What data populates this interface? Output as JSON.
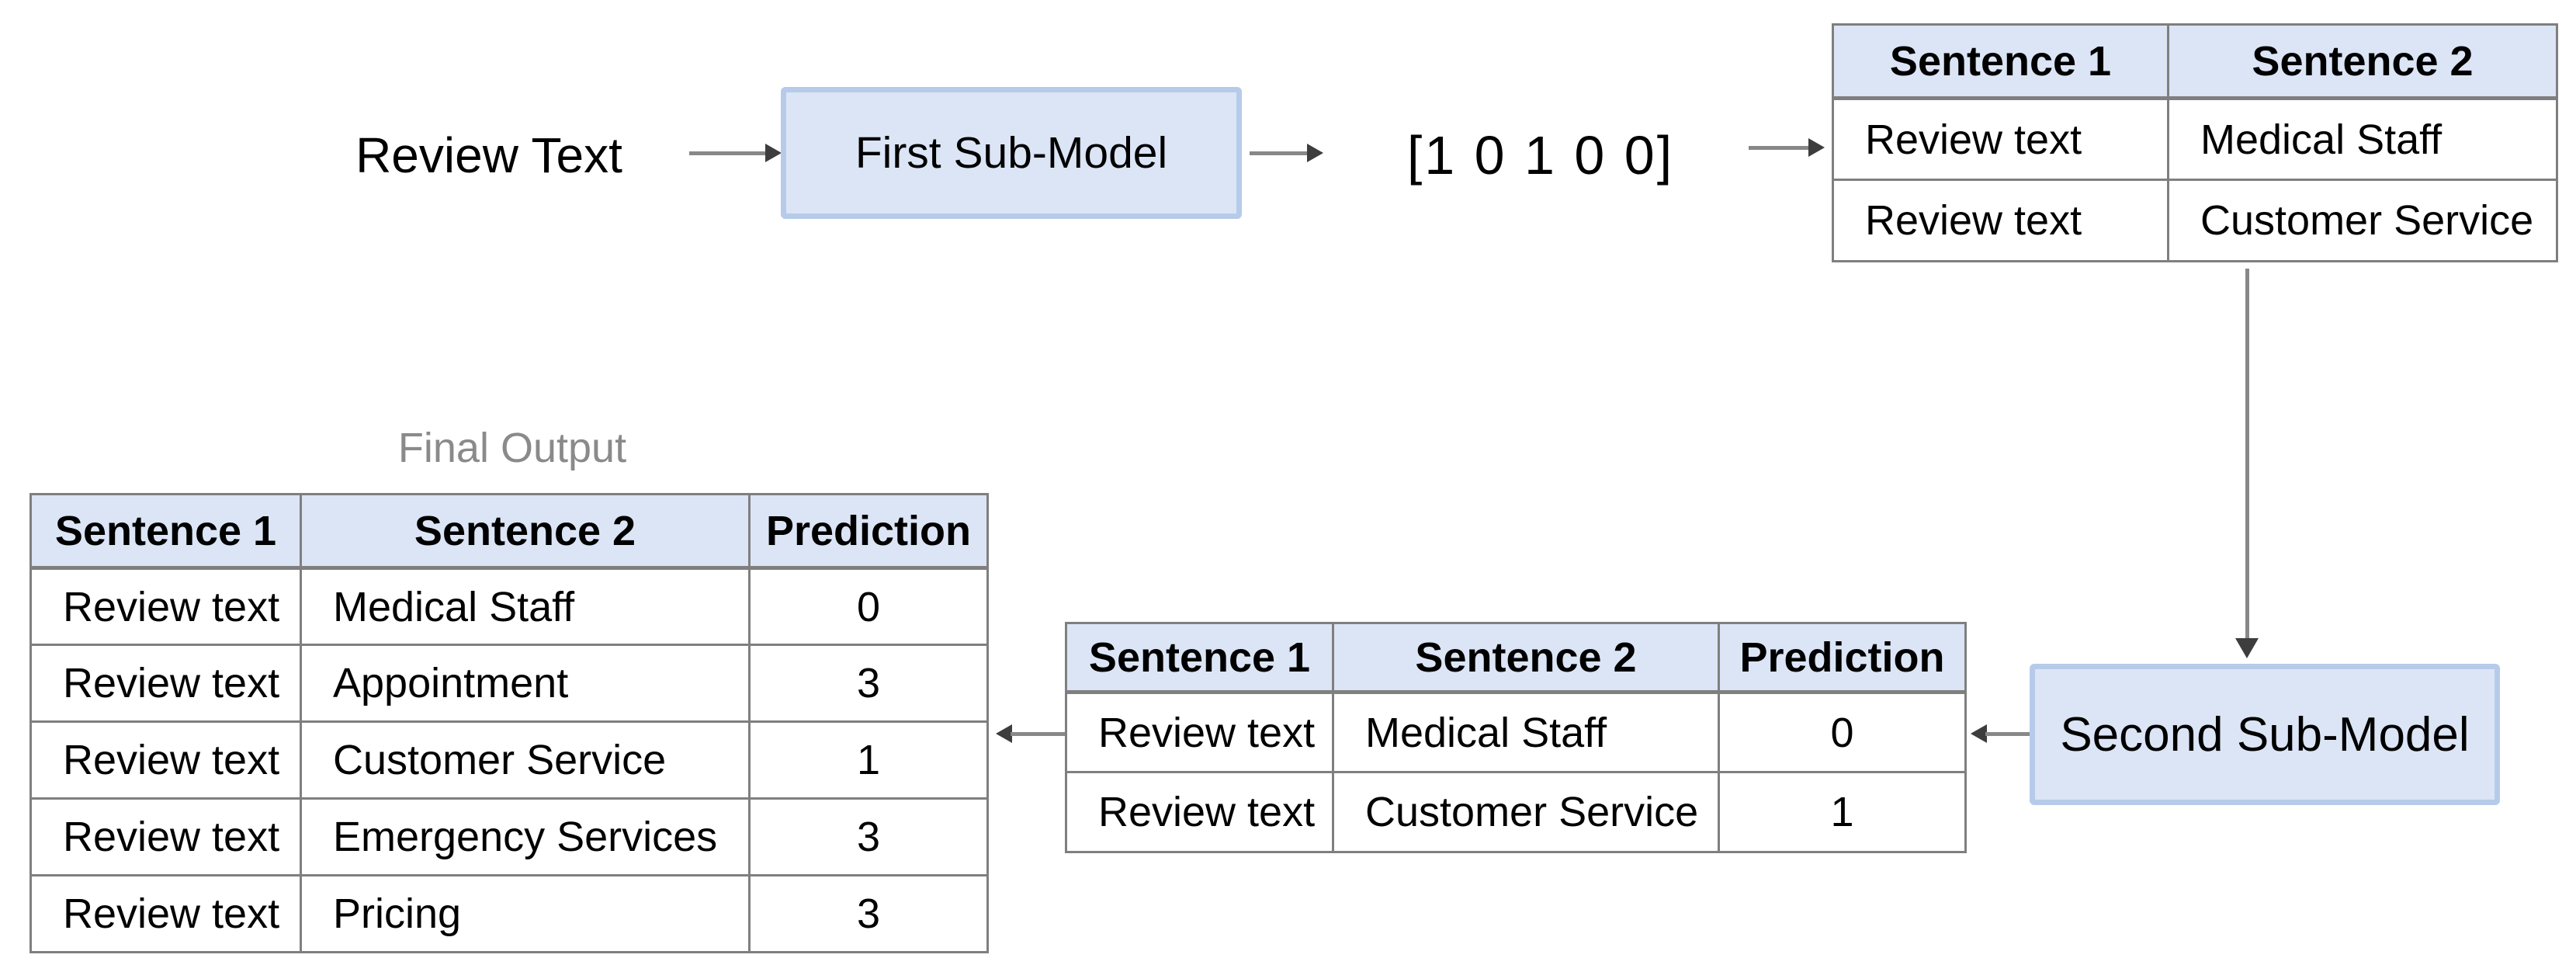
{
  "flow": {
    "input_label": "Review Text",
    "first_model_label": "First Sub-Model",
    "vector_label": "[1 0 1 0 0]",
    "second_model_label": "Second Sub-Model"
  },
  "pair_table": {
    "headers": [
      "Sentence 1",
      "Sentence 2"
    ],
    "rows": [
      [
        "Review text",
        "Medical Staff"
      ],
      [
        "Review text",
        "Customer Service"
      ]
    ]
  },
  "partial_table": {
    "headers": [
      "Sentence 1",
      "Sentence 2",
      "Prediction"
    ],
    "rows": [
      [
        "Review text",
        "Medical Staff",
        "0"
      ],
      [
        "Review text",
        "Customer Service",
        "1"
      ]
    ]
  },
  "final_table": {
    "label": "Final Output",
    "headers": [
      "Sentence 1",
      "Sentence 2",
      "Prediction"
    ],
    "rows": [
      [
        "Review text",
        "Medical Staff",
        "0"
      ],
      [
        "Review text",
        "Appointment",
        "3"
      ],
      [
        "Review text",
        "Customer Service",
        "1"
      ],
      [
        "Review text",
        "Emergency Services",
        "3"
      ],
      [
        "Review text",
        "Pricing",
        "3"
      ]
    ]
  },
  "colors": {
    "box_fill": "#dbe5f6",
    "box_border": "#b6cbe9",
    "header_fill": "#dbe5f6",
    "table_border": "#7f7f7f",
    "arrow_line": "#888888",
    "arrow_head": "#3d3d3d",
    "final_output_text": "#8a8a8a"
  }
}
